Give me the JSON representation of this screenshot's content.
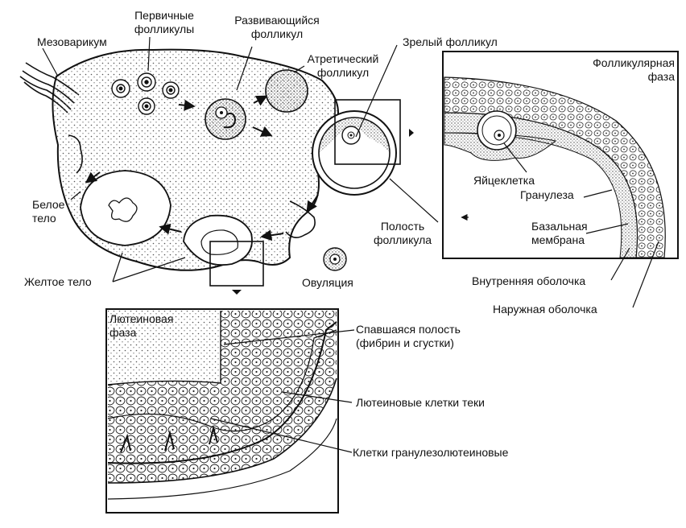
{
  "labels": {
    "primary_follicles": [
      "Первичные",
      "фолликулы"
    ],
    "developing_follicle": [
      "Развивающийся",
      "фолликул"
    ],
    "mesovarium": "Мезоварикум",
    "mature_follicle": "Зрелый фолликул",
    "atretic_follicle": [
      "Атретический",
      "фолликул"
    ],
    "follicular_phase": [
      "Фолликулярная",
      "фаза"
    ],
    "white_body": [
      "Белое",
      "тело"
    ],
    "oocyte": "Яйцеклетка",
    "granulosa": "Гранулеза",
    "follicle_cavity": [
      "Полость",
      "фолликула"
    ],
    "basal_membrane": [
      "Базальная",
      "мембрана"
    ],
    "yellow_body": "Желтое тело",
    "ovulation": "Овуляция",
    "inner_theca": "Внутренняя оболочка",
    "outer_theca": "Наружная оболочка",
    "luteal_phase": [
      "Лютеиновая",
      "фаза"
    ],
    "collapsed_cavity": [
      "Спавшаяся полость",
      "(фибрин и сгустки)"
    ],
    "theca_lutein_cells": "Лютеиновые клетки теки",
    "granulosa_lutein_cells": "Клетки гранулезолютеиновые"
  }
}
